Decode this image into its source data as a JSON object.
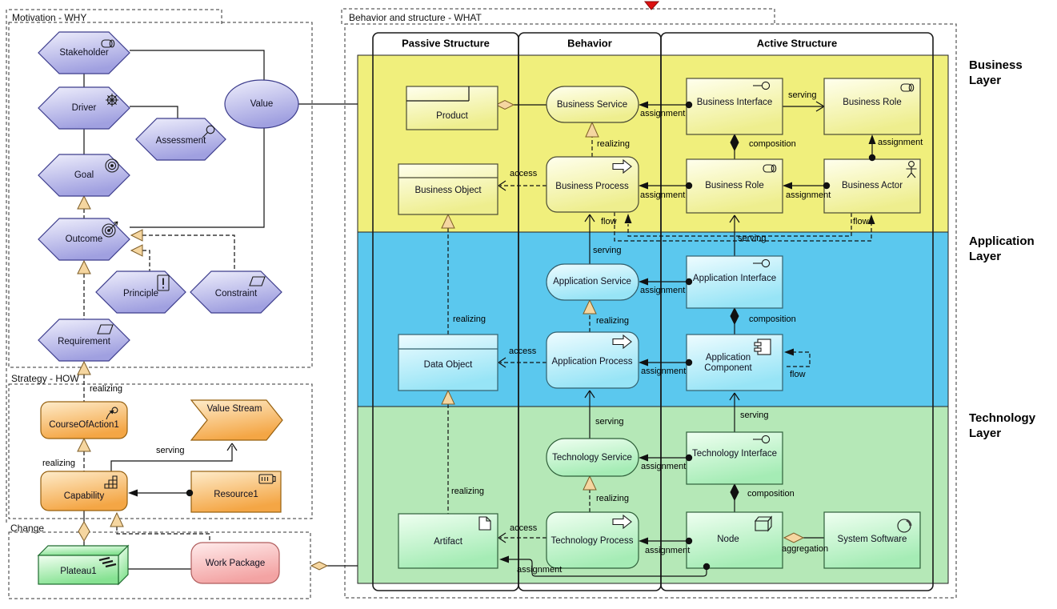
{
  "motivation": {
    "title": "Motivation - WHY",
    "elements": {
      "stakeholder": "Stakeholder",
      "driver": "Driver",
      "assessment": "Assessment",
      "goal": "Goal",
      "outcome": "Outcome",
      "principle": "Principle",
      "constraint": "Constraint",
      "requirement": "Requirement",
      "value": "Value"
    }
  },
  "strategy": {
    "title": "Strategy - HOW",
    "elements": {
      "course_of_action": "CourseOfAction1",
      "value_stream": "Value Stream",
      "capability": "Capability",
      "resource": "Resource1"
    }
  },
  "change": {
    "title": "Change",
    "elements": {
      "plateau": "Plateau1",
      "work_package": "Work Package"
    }
  },
  "what": {
    "title": "Behavior and structure - WHAT",
    "columns": [
      "Passive Structure",
      "Behavior",
      "Active Structure"
    ],
    "layers": [
      "Business Layer",
      "Application Layer",
      "Technology Layer"
    ],
    "business": {
      "product": "Product",
      "business_object": "Business Object",
      "business_service": "Business Service",
      "business_process": "Business Process",
      "business_interface": "Business Interface",
      "business_role_top": "Business Role",
      "business_role": "Business Role",
      "business_actor": "Business Actor"
    },
    "application": {
      "data_object": "Data Object",
      "application_service": "Application Service",
      "application_process": "Application Process",
      "application_interface": "Application Interface",
      "application_component": "Application Component"
    },
    "technology": {
      "artifact": "Artifact",
      "technology_service": "Technology Service",
      "technology_process": "Technology Process",
      "technology_interface": "Technology Interface",
      "node": "Node",
      "system_software": "System Software"
    }
  },
  "relations": {
    "serving": "serving",
    "realizing": "realizing",
    "access": "access",
    "assignment": "assignment",
    "flow": "flow",
    "composition": "composition",
    "aggregation": "aggregation"
  },
  "colors": {
    "business_band": "#f0ef7c",
    "application_band": "#5bc8ee",
    "technology_band": "#b5e8b7",
    "motivation_fill": "#a6a6e3",
    "strategy_fill": "#f5a94d",
    "plateau_fill": "#8de69a",
    "work_package_fill": "#f5a9a9",
    "relation_marker_fill": "#f5d6a0",
    "marker_red": "#dd1111"
  }
}
